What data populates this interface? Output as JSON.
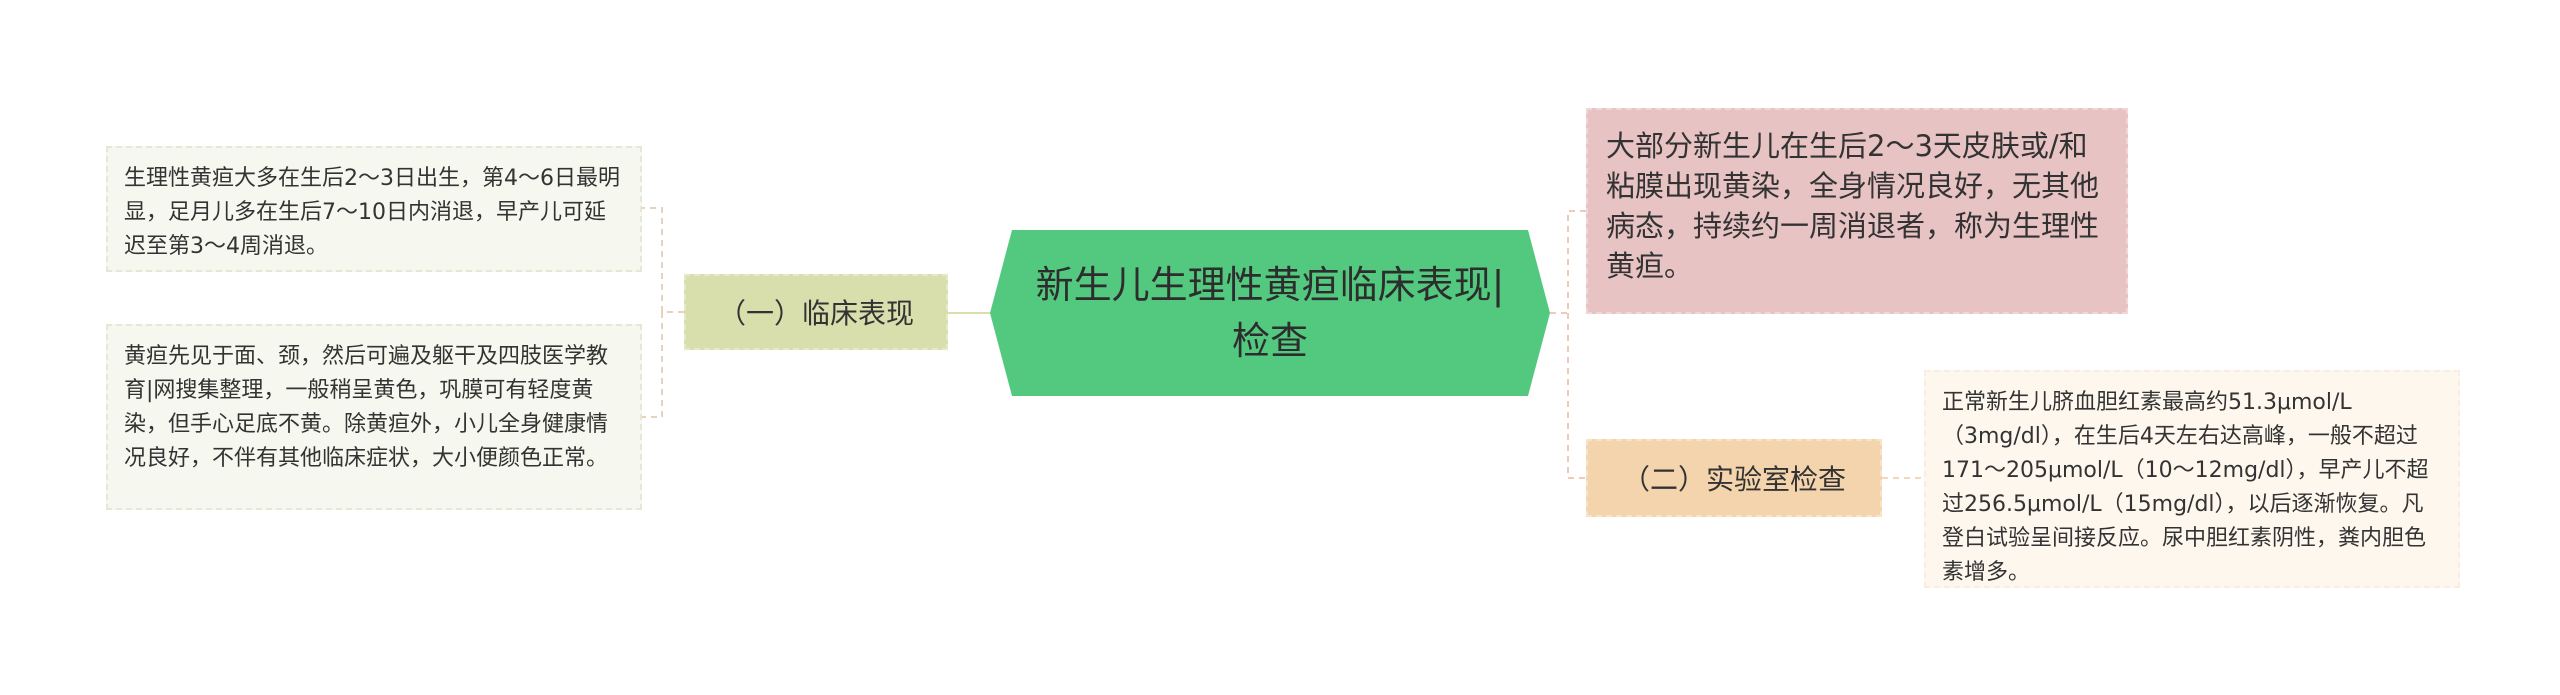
{
  "central": {
    "text": "新生儿生理性黄疸临床表现|检查"
  },
  "branches": [
    {
      "label": "（一）临床表现",
      "children": [
        "生理性黄疸大多在生后2～3日出生，第4～6日最明显，足月儿多在生后7～10日内消退，早产儿可延迟至第3～4周消退。",
        "黄疸先见于面、颈，然后可遍及躯干及四肢医学教育|网搜集整理，一般稍呈黄色，巩膜可有轻度黄染，但手心足底不黄。除黄疸外，小儿全身健康情况良好，不伴有其他临床症状，大小便颜色正常。"
      ]
    },
    {
      "label": "大部分新生儿在生后2～3天皮肤或/和粘膜出现黄染，全身情况良好，无其他病态，持续约一周消退者，称为生理性黄疸。"
    },
    {
      "label": "（二）实验室检查",
      "children": [
        "正常新生儿脐血胆红素最高约51.3μmol/L（3mg/dl），在生后4天左右达高峰，一般不超过171～205μmol/L（10～12mg/dl），早产儿不超过256.5μmol/L（15mg/dl），以后逐渐恢复。凡登白试验呈间接反应。尿中胆红素阴性，粪内胆色素增多。"
      ]
    }
  ],
  "colors": {
    "central": "#53c97f",
    "branch_left": "#d8dfac",
    "branch_right_definition": "#e8c3c3",
    "branch_right_lab": "#f4d4ac",
    "leaf_left": "#f6f7ee",
    "leaf_right": "#fef7ee"
  }
}
